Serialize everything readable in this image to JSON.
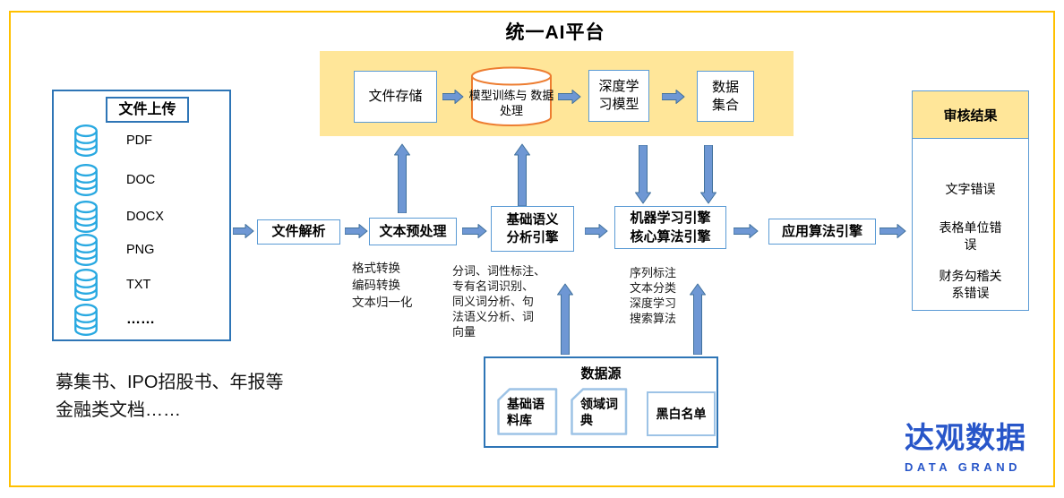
{
  "title": "统一AI平台",
  "banner": {
    "file_storage": "文件存储",
    "model_training": [
      "模型训练与",
      "数据处理"
    ],
    "deep_learning": [
      "深度学",
      "习模型"
    ],
    "data_collection": [
      "数据",
      "集合"
    ]
  },
  "upload": {
    "title": "文件上传",
    "items": [
      "PDF",
      "DOC",
      "DOCX",
      "PNG",
      "TXT",
      "……"
    ]
  },
  "flow": {
    "file_parse": "文件解析",
    "preprocess": "文本预处理",
    "semantic": [
      "基础语义",
      "分析引擎"
    ],
    "ml": [
      "机器学习引擎",
      "核心算法引擎"
    ],
    "applied": "应用算法引擎"
  },
  "notes": {
    "preprocess": [
      "格式转换",
      "编码转换",
      "文本归一化"
    ],
    "semantic": [
      "分词、词性标注、",
      "专有名词识别、",
      "同义词分析、句",
      "法语义分析、词",
      "向量"
    ],
    "ml": [
      "序列标注",
      "文本分类",
      "深度学习",
      "搜索算法"
    ]
  },
  "result": {
    "title": "审核结果",
    "items": [
      "文字错误",
      "表格单位错误",
      "财务勾稽关系错误"
    ]
  },
  "datasource": {
    "title": "数据源",
    "corpus": [
      "基础语",
      "料库"
    ],
    "domain_dict": [
      "领域词",
      "典"
    ],
    "blacklist": "黑白名单"
  },
  "caption": [
    "募集书、IPO招股书、年报等",
    "金融类文档……"
  ],
  "logo": {
    "cn": "达观数据",
    "en": "DATA GRAND"
  },
  "colors": {
    "gold_frame": "#FFC000",
    "banner_bg": "#FFE699",
    "box_border": "#5B9BD5",
    "panel_border": "#2E75B6",
    "arrow_fill": "#6E97D4",
    "arrow_stroke": "#41719C",
    "cylinder_stroke": "#ED7D31",
    "database_icon": "#29A9E1",
    "logo_blue": "#2856C9"
  }
}
